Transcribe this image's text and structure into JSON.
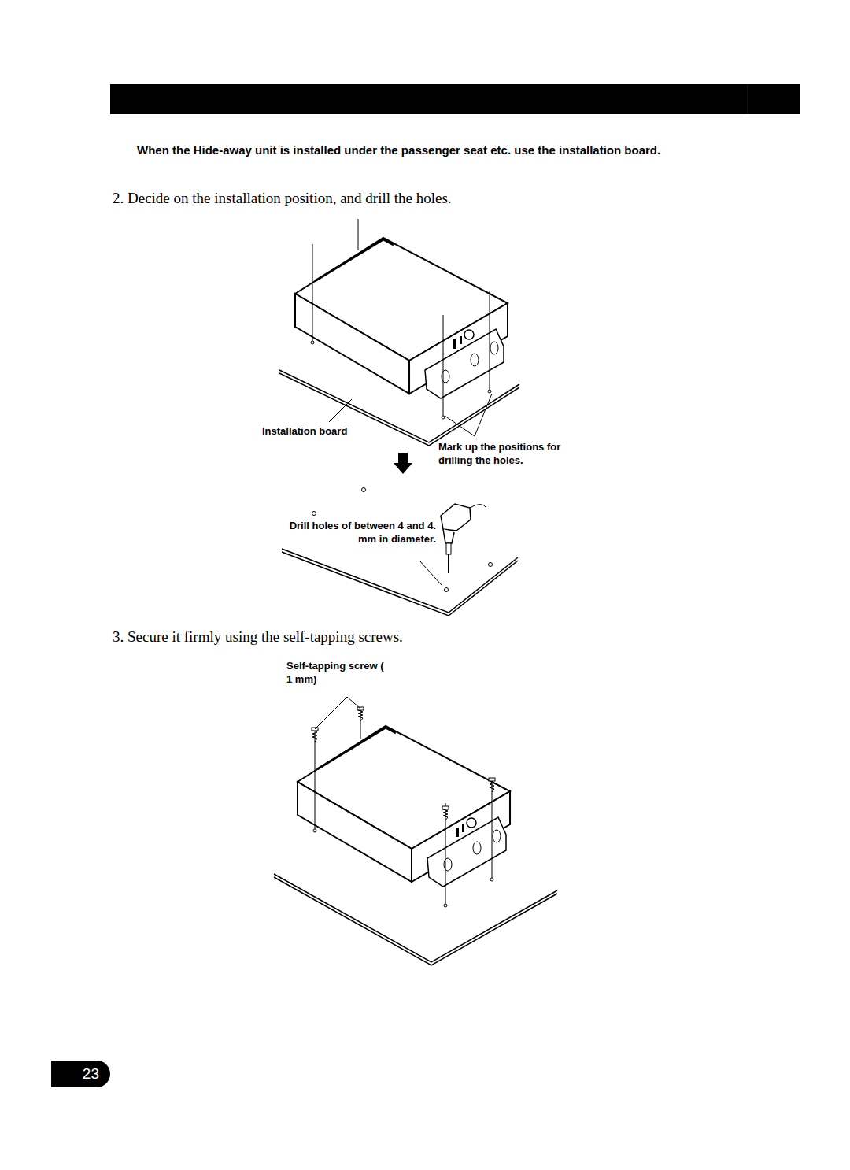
{
  "diagram": {
    "nodes": [
      {
        "text": [
          "23"
        ]
      }
    ],
    "labels": [
      "When the Hide-away unit is installed under the passenger seat etc. use the installation board.",
      "2. Decide on the installation position, and drill the holes.",
      "Installation board",
      "Mark up the positions for drilling the holes.",
      "Drill holes of between 4 and 4. mm in diameter.",
      "3. Secure it firmly using the self-tapping screws.",
      "Self-tapping screw ( 1 mm)"
    ]
  }
}
